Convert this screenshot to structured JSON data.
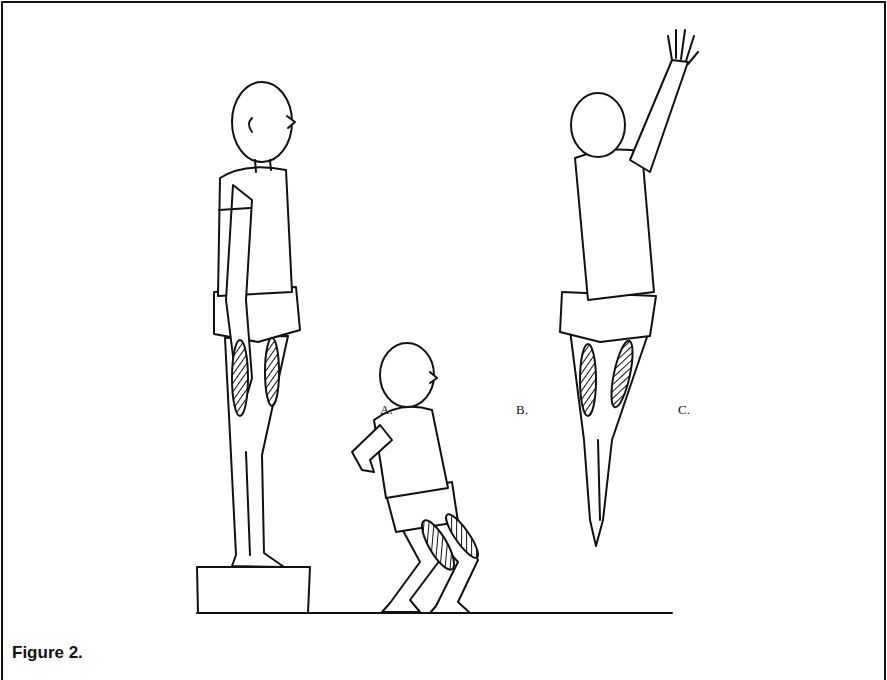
{
  "diagram": {
    "caption": "Figure 2.",
    "labels": [
      "A.",
      "B.",
      "C."
    ]
  }
}
